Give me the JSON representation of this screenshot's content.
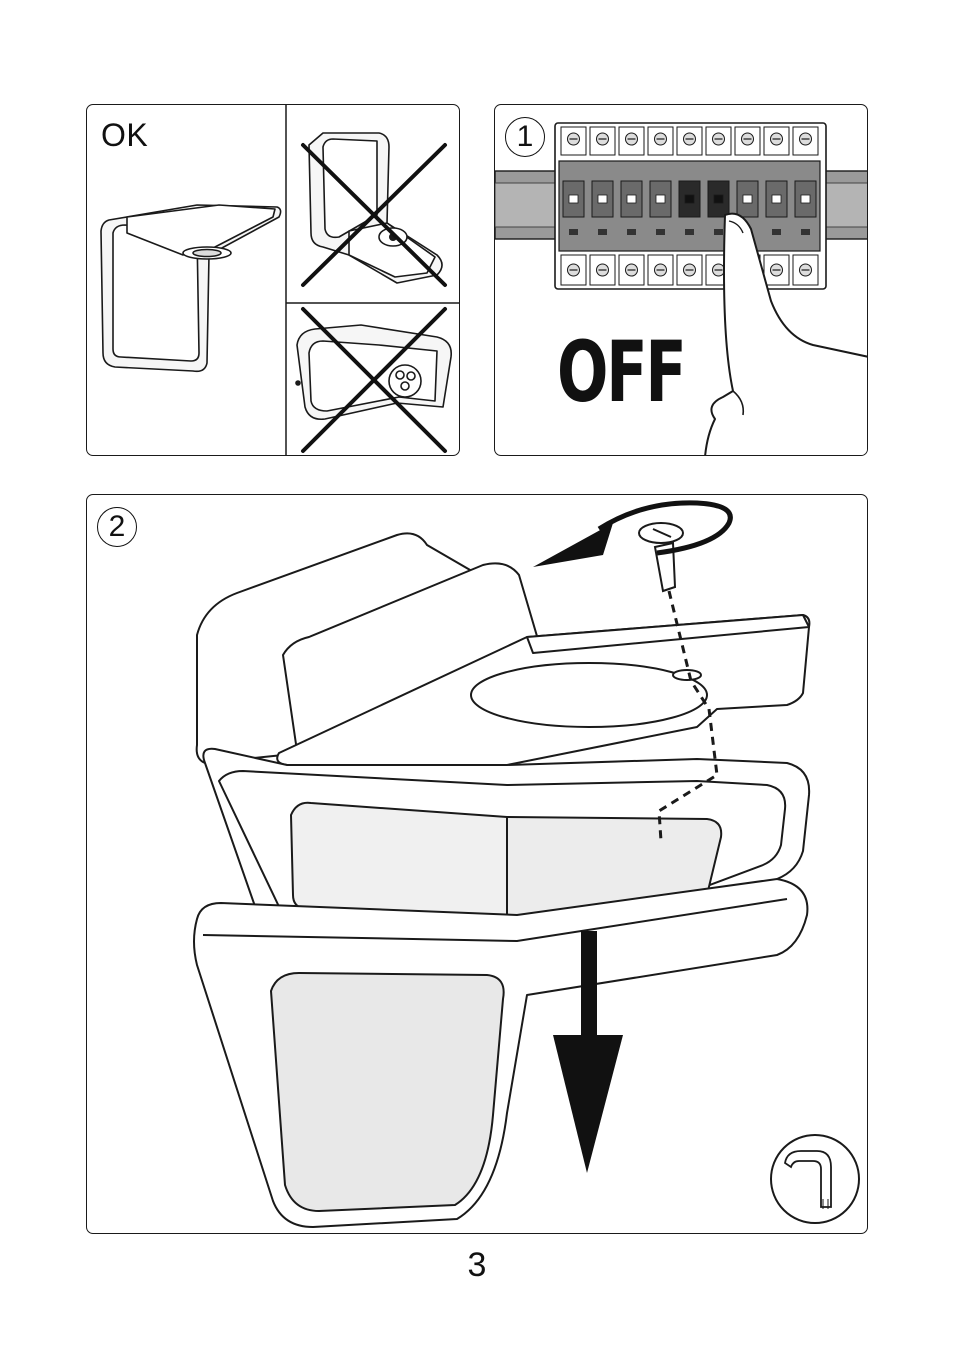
{
  "panel_mounting_orientation": {
    "ok_label": "OK"
  },
  "panel_step1": {
    "step_number": "1",
    "off_label": "OFF"
  },
  "panel_step2": {
    "step_number": "2"
  },
  "footer": {
    "page_number": "3"
  }
}
